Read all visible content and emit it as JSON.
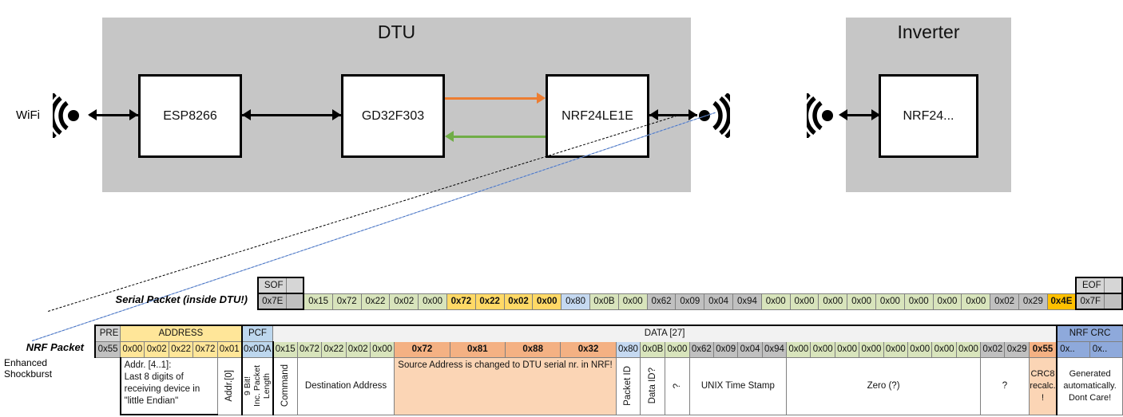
{
  "diagram": {
    "dtu": {
      "title": "DTU",
      "chips": [
        {
          "name": "ESP8266"
        },
        {
          "name": "GD32F303"
        },
        {
          "name": "NRF24LE1E"
        }
      ],
      "wifi_label": "WiFi"
    },
    "inverter": {
      "title": "Inverter",
      "chips": [
        {
          "name": "NRF24..."
        }
      ]
    },
    "colors": {
      "enclosure": "#c6c6c6",
      "orange_arrow": "#ED7D31",
      "green_arrow": "#70AD47",
      "black": "#000000",
      "blue_dash": "#4472C4"
    }
  },
  "serial_packet": {
    "label": "Serial Packet (inside DTU!)",
    "sof_header": "SOF",
    "eof_header": "EOF",
    "sof": "0x7E",
    "eof": "0x7F",
    "bytes": [
      {
        "v": "0x15",
        "c": "g"
      },
      {
        "v": "0x72",
        "c": "g"
      },
      {
        "v": "0x22",
        "c": "g"
      },
      {
        "v": "0x02",
        "c": "g"
      },
      {
        "v": "0x00",
        "c": "g"
      },
      {
        "v": "0x72",
        "c": "y"
      },
      {
        "v": "0x22",
        "c": "y"
      },
      {
        "v": "0x02",
        "c": "y"
      },
      {
        "v": "0x00",
        "c": "y"
      },
      {
        "v": "0x80",
        "c": "b"
      },
      {
        "v": "0x0B",
        "c": "g"
      },
      {
        "v": "0x00",
        "c": "g"
      },
      {
        "v": "0x62",
        "c": "gr"
      },
      {
        "v": "0x09",
        "c": "gr"
      },
      {
        "v": "0x04",
        "c": "gr"
      },
      {
        "v": "0x94",
        "c": "gr"
      },
      {
        "v": "0x00",
        "c": "g"
      },
      {
        "v": "0x00",
        "c": "g"
      },
      {
        "v": "0x00",
        "c": "g"
      },
      {
        "v": "0x00",
        "c": "g"
      },
      {
        "v": "0x00",
        "c": "g"
      },
      {
        "v": "0x00",
        "c": "g"
      },
      {
        "v": "0x00",
        "c": "g"
      },
      {
        "v": "0x00",
        "c": "g"
      },
      {
        "v": "0x02",
        "c": "gr"
      },
      {
        "v": "0x29",
        "c": "gr"
      },
      {
        "v": "0x4E",
        "c": "o"
      }
    ]
  },
  "nrf_packet": {
    "label": "NRF Packet",
    "sublabel": "Enhanced Shockburst",
    "headers": {
      "pre": "PRE",
      "address": "ADDRESS",
      "pcf": "PCF",
      "data": "DATA [27]",
      "crc": "NRF CRC"
    },
    "pre": "0x55",
    "address": [
      "0x00",
      "0x02",
      "0x22",
      "0x72",
      "0x01"
    ],
    "pcf": "0x0DA",
    "crc": [
      "0x..",
      "0x.."
    ],
    "bytes": [
      {
        "v": "0x15",
        "c": "g"
      },
      {
        "v": "0x72",
        "c": "g"
      },
      {
        "v": "0x22",
        "c": "g"
      },
      {
        "v": "0x02",
        "c": "g"
      },
      {
        "v": "0x00",
        "c": "g"
      },
      {
        "v": "0x72",
        "c": "sal"
      },
      {
        "v": "0x81",
        "c": "sal"
      },
      {
        "v": "0x88",
        "c": "sal"
      },
      {
        "v": "0x32",
        "c": "sal"
      },
      {
        "v": "0x80",
        "c": "b"
      },
      {
        "v": "0x0B",
        "c": "g"
      },
      {
        "v": "0x00",
        "c": "g"
      },
      {
        "v": "0x62",
        "c": "gr"
      },
      {
        "v": "0x09",
        "c": "gr"
      },
      {
        "v": "0x04",
        "c": "gr"
      },
      {
        "v": "0x94",
        "c": "gr"
      },
      {
        "v": "0x00",
        "c": "g"
      },
      {
        "v": "0x00",
        "c": "g"
      },
      {
        "v": "0x00",
        "c": "g"
      },
      {
        "v": "0x00",
        "c": "g"
      },
      {
        "v": "0x00",
        "c": "g"
      },
      {
        "v": "0x00",
        "c": "g"
      },
      {
        "v": "0x00",
        "c": "g"
      },
      {
        "v": "0x00",
        "c": "g"
      },
      {
        "v": "0x02",
        "c": "gr"
      },
      {
        "v": "0x29",
        "c": "gr"
      },
      {
        "v": "0x55",
        "c": "sal"
      }
    ],
    "descriptions": {
      "address": "Addr. [4..1]:\nLast 8 digits of receiving device in \"little Endian\"",
      "addr0": "Addr.[0]",
      "pcf": "9 Bit!\nInc. Packet Length",
      "pcf_line1": "9 Bit!",
      "pcf_line2": "Inc. Packet",
      "pcf_line3": "Length",
      "command": "Command",
      "destination": "Destination Address",
      "source": "Source Address is changed to DTU serial nr. in NRF!",
      "packet_id": "Packet ID",
      "data_id": "Data ID?",
      "question_small": "?",
      "unix": "UNIX Time Stamp",
      "zero": "Zero (?)",
      "question": "?",
      "crc8": "CRC8 recalc.!",
      "crc8_l1": "CRC8",
      "crc8_l2": "recalc.",
      "crc8_l3": "!",
      "generated": "Generated automatically. Dont Care!",
      "gen_l1": "Generated",
      "gen_l2": "automatically.",
      "gen_l3": "Dont Care!"
    }
  }
}
